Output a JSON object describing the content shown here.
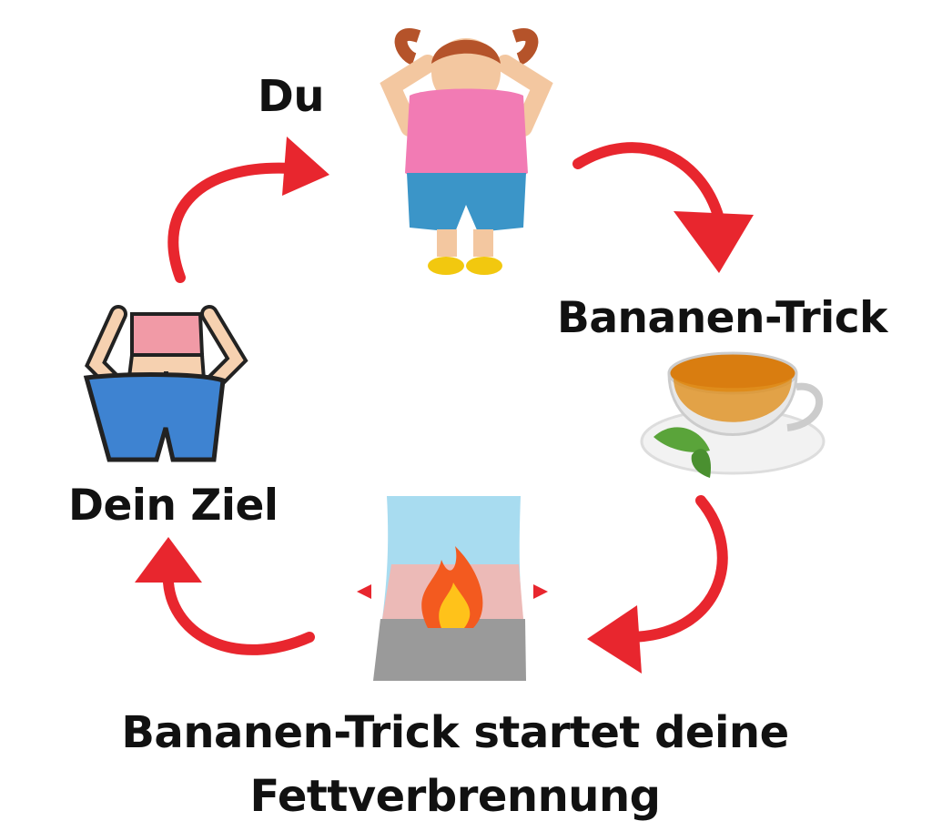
{
  "labels": {
    "you": "Du",
    "banana_trick": "Bananen-Trick",
    "goal": "Dein Ziel",
    "result_line1": "Bananen-Trick startet deine",
    "result_line2": "Fettverbrennung"
  },
  "colors": {
    "arrow": "#e8262e",
    "text": "#111111"
  }
}
